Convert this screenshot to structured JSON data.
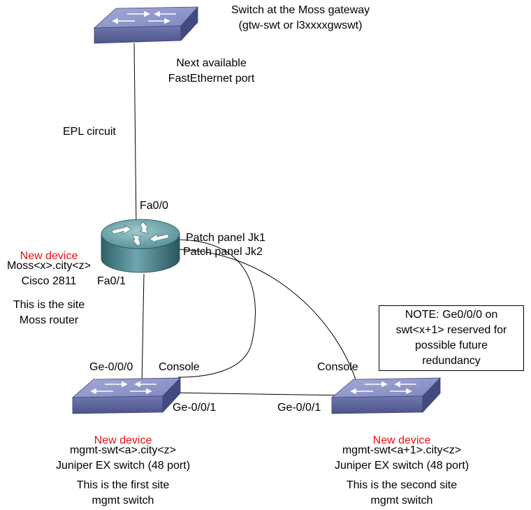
{
  "gateway_switch": {
    "title_line1": "Switch at the Moss gateway",
    "title_line2": "(gtw-swt or l3xxxxgwswt)",
    "port_line1": "Next available",
    "port_line2": "FastEthernet port"
  },
  "links": {
    "epl_circuit": "EPL circuit",
    "fa0_0": "Fa0/0",
    "fa0_1": "Fa0/1",
    "patch_jk1": "Patch panel Jk1",
    "patch_jk2": "Patch panel Jk2",
    "sw1_uplink": "Ge-0/0/0",
    "sw1_console": "Console",
    "sw1_interlink": "Ge-0/0/1",
    "sw2_console": "Console",
    "sw2_interlink": "Ge-0/0/1"
  },
  "router": {
    "new_device": "New device",
    "hostname": "Moss<x>.city<z>",
    "model": "Cisco 2811",
    "desc_line1": "This is the site",
    "desc_line2": "Moss router"
  },
  "switch1": {
    "new_device": "New device",
    "hostname": "mgmt-swt<a>.city<z>",
    "model": "Juniper EX switch (48 port)",
    "desc_line1": "This is the first site",
    "desc_line2": "mgmt switch"
  },
  "switch2": {
    "new_device": "New device",
    "hostname": "mgmt-swt<a+1>.city<z>",
    "model": "Juniper EX switch (48 port)",
    "desc_line1": "This is the second site",
    "desc_line2": "mgmt switch"
  },
  "note": {
    "line1": "NOTE: Ge0/0/0 on",
    "line2": "swt<x+1> reserved for",
    "line3": "possible future",
    "line4": "redundancy"
  },
  "colors": {
    "switch_top": "#8d95c9",
    "switch_side": "#5b6298",
    "router_body": "#4e8a92",
    "new_device_label": "#e8120c"
  }
}
